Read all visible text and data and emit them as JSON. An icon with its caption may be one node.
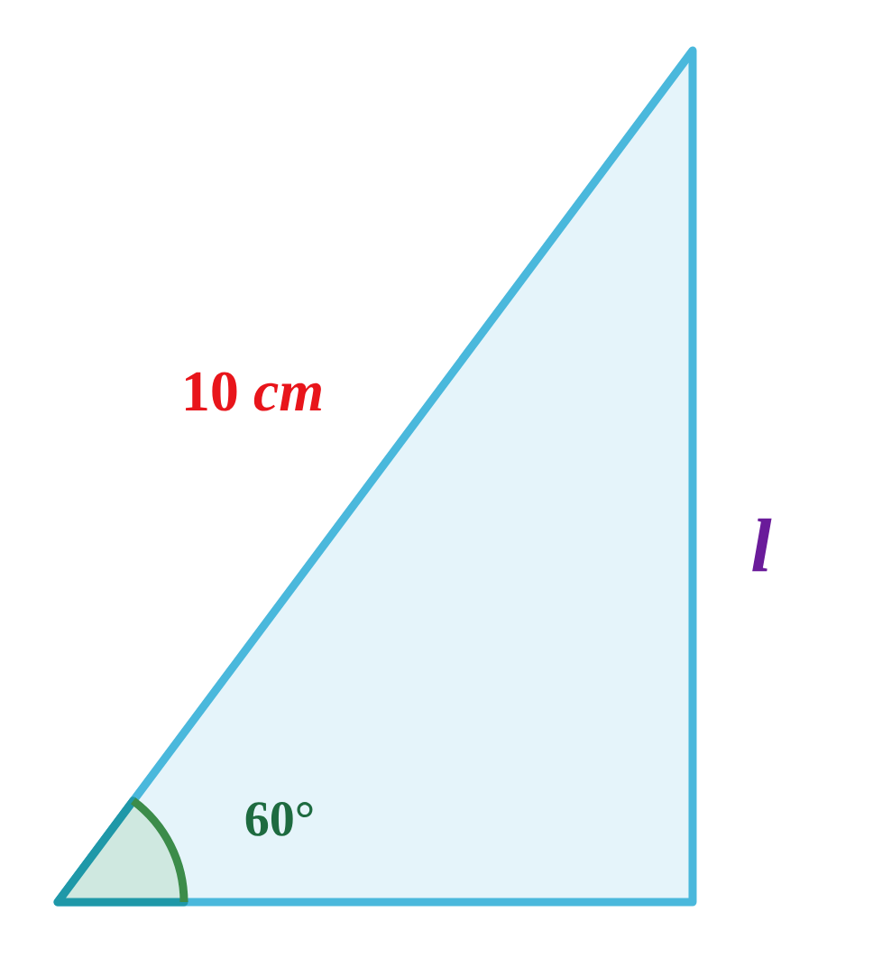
{
  "diagram": {
    "labels": [
      "10 *cm*",
      "l",
      "60°"
    ]
  }
}
